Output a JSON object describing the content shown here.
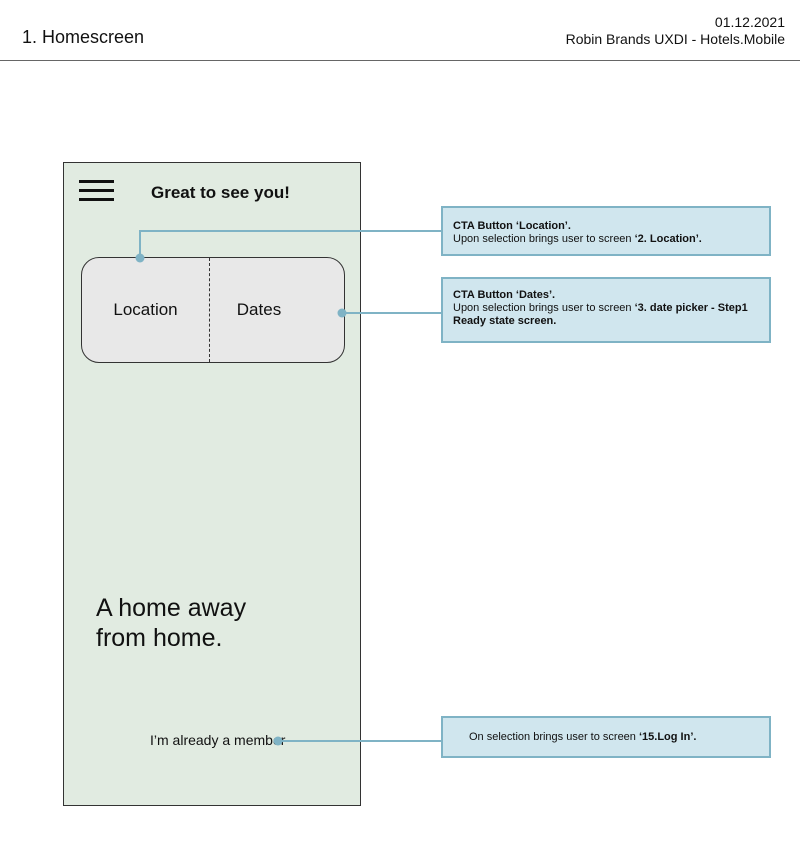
{
  "header": {
    "title": "1. Homescreen",
    "date": "01.12.2021",
    "subtitle": "Robin Brands UXDI - Hotels.Mobile"
  },
  "phone": {
    "menu_icon": "hamburger-menu-icon",
    "greeting": "Great to see you!",
    "location_label": "Location",
    "dates_label": "Dates",
    "tagline_line1": "A home away",
    "tagline_line2": "from home.",
    "member_link": "I’m already a member"
  },
  "annotations": [
    {
      "title": "CTA Button ‘Location’.",
      "body": "Upon selection brings user to screen ",
      "target": "‘2. Location’."
    },
    {
      "title": "CTA Button ‘Dates’.",
      "body": "Upon selection brings user to screen ",
      "target": "‘3. date picker - Step1 Ready state screen."
    },
    {
      "body": "On selection brings user to screen ",
      "target": "‘15.Log In’."
    }
  ],
  "colors": {
    "phone_bg": "#e1ebe1",
    "note_bg": "#d0e6ee",
    "note_border": "#7fb3c5",
    "connector": "#7fb3c5"
  }
}
